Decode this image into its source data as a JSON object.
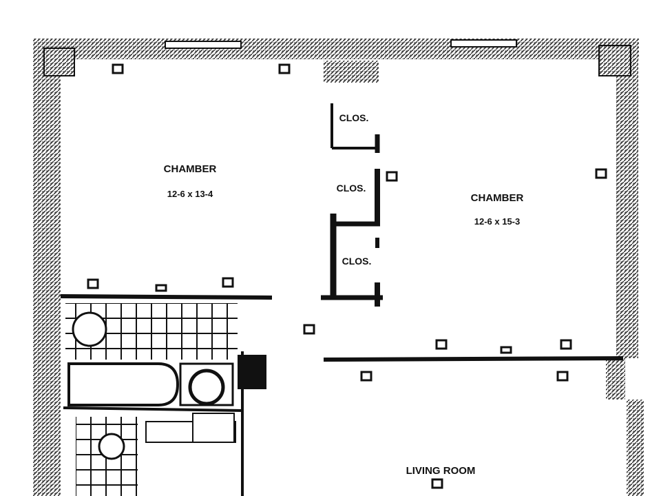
{
  "rooms": [
    {
      "id": "chamber-west",
      "name": "CHAMBER",
      "dims": "12-6 x 13-4"
    },
    {
      "id": "chamber-east",
      "name": "CHAMBER",
      "dims": "12-6 x 15-3"
    },
    {
      "id": "living-room",
      "name": "LIVING ROOM",
      "dims": ""
    }
  ],
  "closets": [
    {
      "id": "clos-top",
      "label": "CLOS."
    },
    {
      "id": "clos-middle",
      "label": "CLOS."
    },
    {
      "id": "clos-lower",
      "label": "CLOS."
    }
  ],
  "colors": {
    "wall": "#111111",
    "paper": "#ffffff",
    "hatch": "#555555"
  }
}
